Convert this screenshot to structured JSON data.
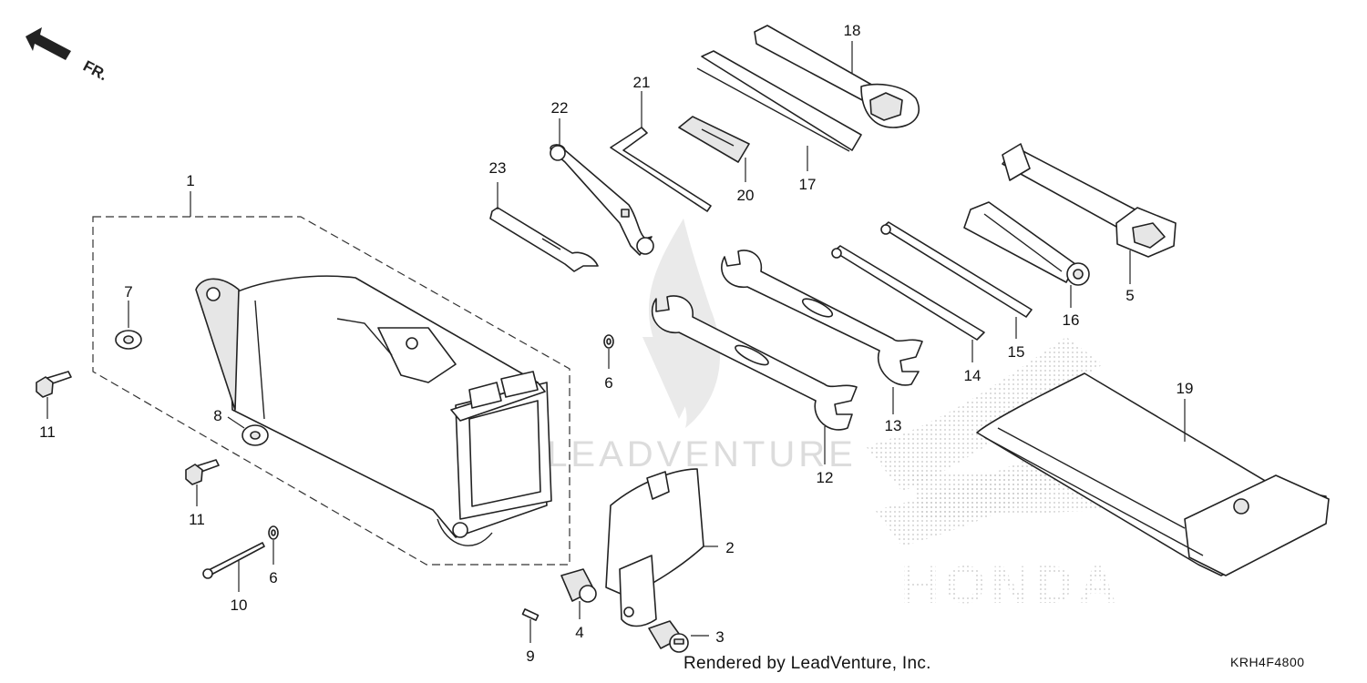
{
  "orientation": {
    "label": "FR."
  },
  "watermarks": {
    "center_text": "LEADVENTURE",
    "brand_text": "HONDA"
  },
  "callouts": {
    "c1": "1",
    "c2": "2",
    "c3": "3",
    "c4": "4",
    "c5": "5",
    "c6a": "6",
    "c6b": "6",
    "c7": "7",
    "c8": "8",
    "c9": "9",
    "c10": "10",
    "c11a": "11",
    "c11b": "11",
    "c12": "12",
    "c13": "13",
    "c14": "14",
    "c15": "15",
    "c16": "16",
    "c17": "17",
    "c18": "18",
    "c19": "19",
    "c20": "20",
    "c21": "21",
    "c22": "22",
    "c23": "23"
  },
  "footer": {
    "credit": "Rendered by LeadVenture, Inc.",
    "diagram_code": "KRH4F4800"
  }
}
